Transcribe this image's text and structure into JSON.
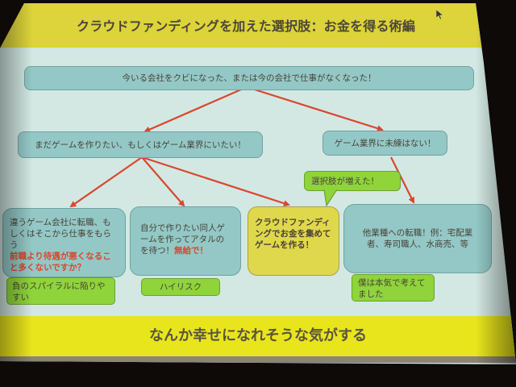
{
  "slide": {
    "title": "クラウドファンディングを加えた選択肢：お金を得る術編",
    "footer_text": "なんか幸せになれそうな気がする",
    "colors": {
      "title_band": "#ddd33a",
      "footer_band": "#e9e51c",
      "background": "#d3e8e3",
      "teal_box": "#93c8c6",
      "yellow_box": "#e0d84c",
      "green_note": "#8fd43a",
      "arrow": "#d9472e",
      "text": "#4a4236",
      "emphasis_red": "#d9472e"
    }
  },
  "nodes": {
    "root": {
      "text": "今いる会社をクビになった、または今の会社で仕事がなくなった！"
    },
    "left_branch": {
      "text": "まだゲームを作りたい、もしくはゲーム業界にいたい！"
    },
    "right_branch": {
      "text": "ゲーム業界に未練はない！"
    },
    "option_transfer": {
      "text": "違うゲーム会社に転職、もしくはそこから仕事をもらう",
      "emphasis": "前職より待遇が悪くなること多くないですか？"
    },
    "option_doujin": {
      "text": "自分で作りたい同人ゲームを作ってアタルのを待つ！",
      "emphasis": "無給で！"
    },
    "option_crowdfunding": {
      "text": "クラウドファンディングでお金を集めてゲームを作る！"
    },
    "option_other_industry": {
      "text": "他業種への転職！例：宅配業者、寿司職人、水商売、等"
    }
  },
  "notes": {
    "choices_increased": "選択肢が増えた！",
    "negative_spiral": "負のスパイラルに陥りやすい",
    "high_risk": "ハイリスク",
    "was_serious": "僕は本気で考えてました"
  },
  "icons": {
    "cursor": "mouse-pointer-icon"
  }
}
